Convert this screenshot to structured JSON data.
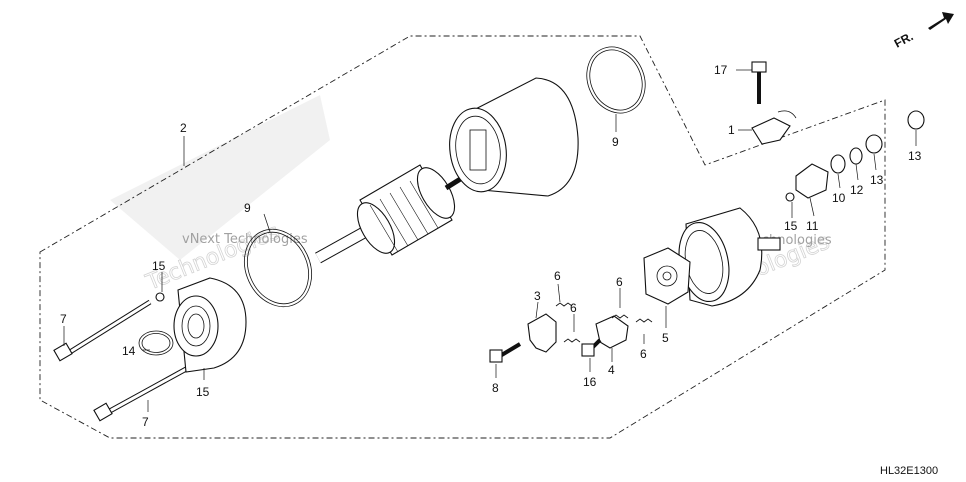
{
  "diagram": {
    "code": "HL32E1300",
    "direction_label": "FR.",
    "watermark": {
      "line1": "vNext Technologies",
      "line2": "Technologies"
    },
    "callouts": [
      {
        "id": "c1",
        "text": "1"
      },
      {
        "id": "c2",
        "text": "2"
      },
      {
        "id": "c3",
        "text": "3"
      },
      {
        "id": "c4",
        "text": "4"
      },
      {
        "id": "c5",
        "text": "5"
      },
      {
        "id": "c6a",
        "text": "6"
      },
      {
        "id": "c6b",
        "text": "6"
      },
      {
        "id": "c6c",
        "text": "6"
      },
      {
        "id": "c6d",
        "text": "6"
      },
      {
        "id": "c7a",
        "text": "7"
      },
      {
        "id": "c7b",
        "text": "7"
      },
      {
        "id": "c8",
        "text": "8"
      },
      {
        "id": "c9a",
        "text": "9"
      },
      {
        "id": "c9b",
        "text": "9"
      },
      {
        "id": "c10",
        "text": "10"
      },
      {
        "id": "c11",
        "text": "11"
      },
      {
        "id": "c12",
        "text": "12"
      },
      {
        "id": "c13a",
        "text": "13"
      },
      {
        "id": "c13b",
        "text": "13"
      },
      {
        "id": "c14",
        "text": "14"
      },
      {
        "id": "c15a",
        "text": "15"
      },
      {
        "id": "c15b",
        "text": "15"
      },
      {
        "id": "c15c",
        "text": "15"
      },
      {
        "id": "c16",
        "text": "16"
      },
      {
        "id": "c17",
        "text": "17"
      }
    ]
  }
}
